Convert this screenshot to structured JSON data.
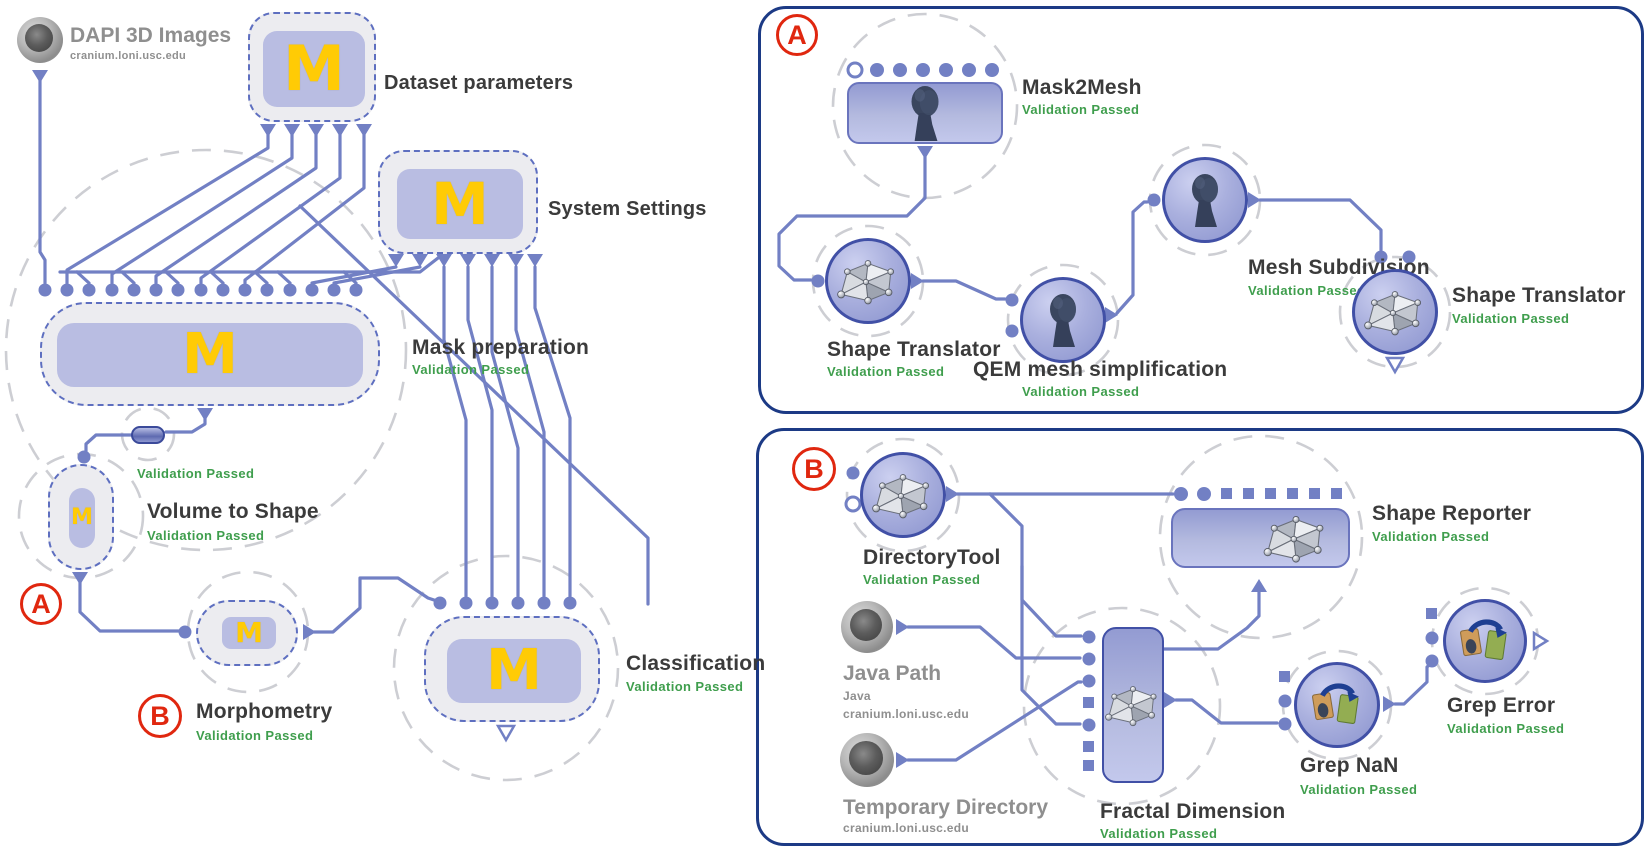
{
  "colors": {
    "wire": "#7280c4",
    "maize": "#FFCB05",
    "green": "#3f9e4d",
    "red": "#e0270f",
    "navy": "#1c3a85",
    "lavender": "#b9bde2",
    "gray_label": "#8f8f8f",
    "dark_label": "#3b3b3b",
    "module_bg": "#ececf0",
    "dash_blue": "#5e6fc0",
    "dash_gray": "#cdced3"
  },
  "logo_m": "M",
  "main": {
    "dapi": {
      "label": "DAPI 3D Images",
      "host": "cranium.loni.usc.edu"
    },
    "dataset_parameters": {
      "label": "Dataset parameters"
    },
    "system_settings": {
      "label": "System Settings"
    },
    "mask_preparation": {
      "label": "Mask preparation",
      "status": "Validation Passed"
    },
    "converter": {
      "status": "Validation Passed"
    },
    "volume_to_shape": {
      "label": "Volume to Shape",
      "status": "Validation Passed"
    },
    "morphometry": {
      "label": "Morphometry",
      "status": "Validation Passed"
    },
    "classification": {
      "label": "Classification",
      "status": "Validation Passed"
    },
    "marker_a": "A",
    "marker_b": "B"
  },
  "panel_a": {
    "badge": "A",
    "mask2mesh": {
      "label": "Mask2Mesh",
      "status": "Validation Passed"
    },
    "shape_translator_1": {
      "label": "Shape Translator",
      "status": "Validation Passed"
    },
    "qem": {
      "label": "QEM mesh simplification",
      "status": "Validation Passed"
    },
    "mesh_subdivision": {
      "label": "Mesh Subdivision",
      "status": "Validation Passed"
    },
    "shape_translator_2": {
      "label": "Shape Translator",
      "status": "Validation Passed"
    }
  },
  "panel_b": {
    "badge": "B",
    "directory_tool": {
      "label": "DirectoryTool",
      "status": "Validation Passed"
    },
    "shape_reporter": {
      "label": "Shape Reporter",
      "status": "Validation Passed"
    },
    "java_path": {
      "label": "Java Path",
      "runtime": "Java",
      "host": "cranium.loni.usc.edu"
    },
    "temporary_directory": {
      "label": "Temporary Directory",
      "host": "cranium.loni.usc.edu"
    },
    "fractal_dimension": {
      "label": "Fractal Dimension",
      "status": "Validation Passed"
    },
    "grep_nan": {
      "label": "Grep NaN",
      "status": "Validation Passed"
    },
    "grep_error": {
      "label": "Grep Error",
      "status": "Validation Passed"
    }
  }
}
